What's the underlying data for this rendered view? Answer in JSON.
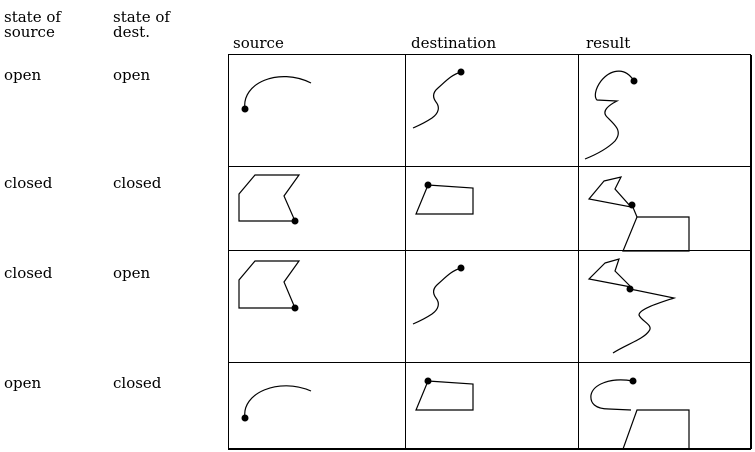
{
  "headers": {
    "state_of_source": "state of\nsource",
    "state_of_dest": "state of\ndest.",
    "source": "source",
    "destination": "destination",
    "result": "result"
  },
  "rows": [
    {
      "source_state": "open",
      "dest_state": "open"
    },
    {
      "source_state": "closed",
      "dest_state": "closed"
    },
    {
      "source_state": "closed",
      "dest_state": "open"
    },
    {
      "source_state": "open",
      "dest_state": "closed"
    }
  ]
}
